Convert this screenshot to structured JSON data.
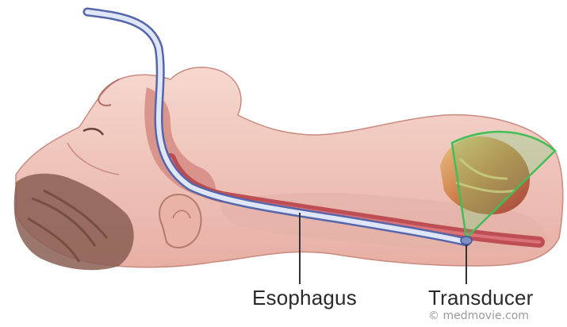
{
  "labels": {
    "esophagus": "Esophagus",
    "transducer": "Transducer"
  },
  "watermark": "© medmovie.com",
  "colors": {
    "skin": "#f1c9bf",
    "skin_shadow": "#d99a8f",
    "hair": "#8a5e52",
    "tube": "#c9d6ee",
    "tube_outline": "#5566aa",
    "esophagus": "#b8424a",
    "ultrasound_beam": "#63d873",
    "heart": "#c58a4a"
  }
}
